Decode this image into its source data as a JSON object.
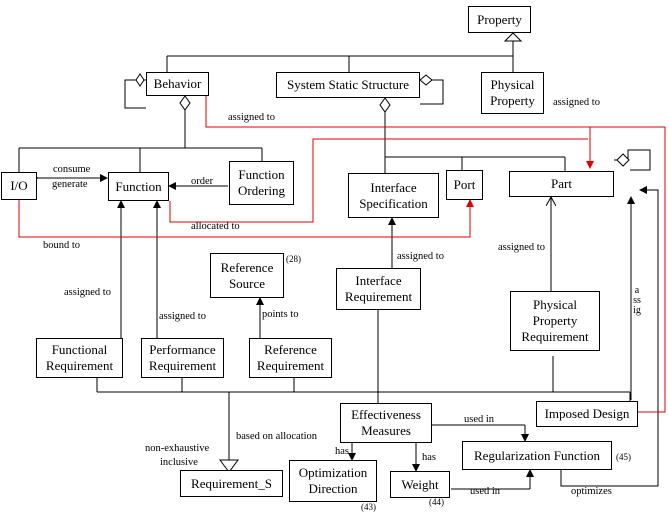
{
  "nodes": {
    "property": "Property",
    "behavior": "Behavior",
    "system_static_structure": "System Static Structure",
    "physical_property": "Physical\nProperty",
    "io": "I/O",
    "function": "Function",
    "function_ordering": "Function\nOrdering",
    "interface_specification": "Interface\nSpecification",
    "port": "Port",
    "part": "Part",
    "reference_source": "Reference\nSource",
    "interface_requirement": "Interface\nRequirement",
    "physical_property_requirement": "Physical\nProperty\nRequirement",
    "functional_requirement": "Functional\nRequirement",
    "performance_requirement": "Performance\nRequirement",
    "reference_requirement": "Reference\nRequirement",
    "effectiveness_measures": "Effectiveness\nMeasures",
    "imposed_design": "Imposed Design",
    "regularization_function": "Regularization Function",
    "requirement_s": "Requirement_S",
    "optimization_direction": "Optimization\nDirection",
    "weight": "Weight"
  },
  "edge_labels": {
    "assigned_to_behavior": "assigned to",
    "assigned_to_physical": "assigned to",
    "consume": "consume",
    "generate": "generate",
    "order": "order",
    "allocated_to": "allocated to",
    "bound_to": "bound to",
    "assigned_to_interface": "assigned to",
    "assigned_to_part": "assigned to",
    "assigned_to_functional": "assigned to",
    "assigned_to_performance": "assigned to",
    "points_to": "points to",
    "assigned_vertical": "assig",
    "used_in_top": "used in",
    "used_in_bottom": "used in",
    "has_left": "has",
    "has_right": "has",
    "based_on_allocation": "based on allocation",
    "non_exhaustive": "non-exhaustive",
    "inclusive": "inclusive",
    "optimizes": "optimizes"
  },
  "reference_numbers": {
    "reference_source": "(28)",
    "regularization_function": "(45)",
    "optimization_direction": "(43)",
    "weight": "(44)"
  },
  "colors": {
    "highlight": "#e00000",
    "line": "#000000"
  }
}
